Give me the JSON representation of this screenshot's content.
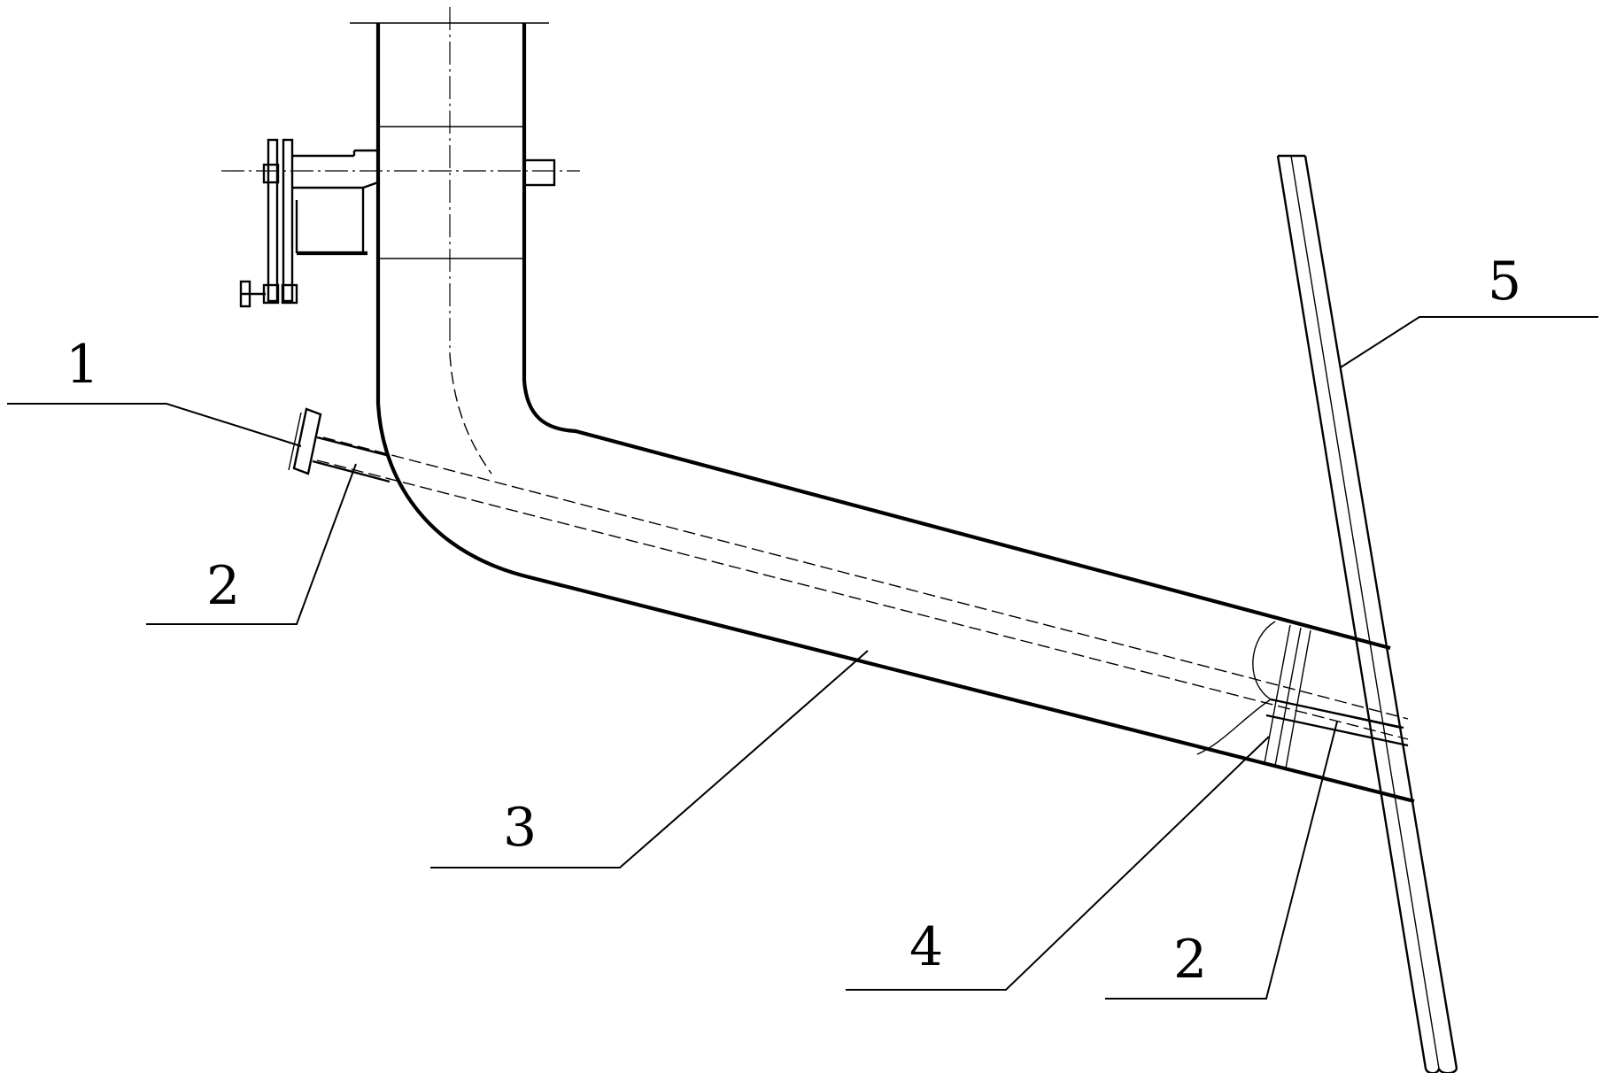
{
  "figure": {
    "labels": [
      {
        "id": "part-label-1",
        "text": "1"
      },
      {
        "id": "part-label-2-left",
        "text": "2"
      },
      {
        "id": "part-label-3",
        "text": "3"
      },
      {
        "id": "part-label-4",
        "text": "4"
      },
      {
        "id": "part-label-2-right",
        "text": "2"
      },
      {
        "id": "part-label-5",
        "text": "5"
      }
    ]
  }
}
